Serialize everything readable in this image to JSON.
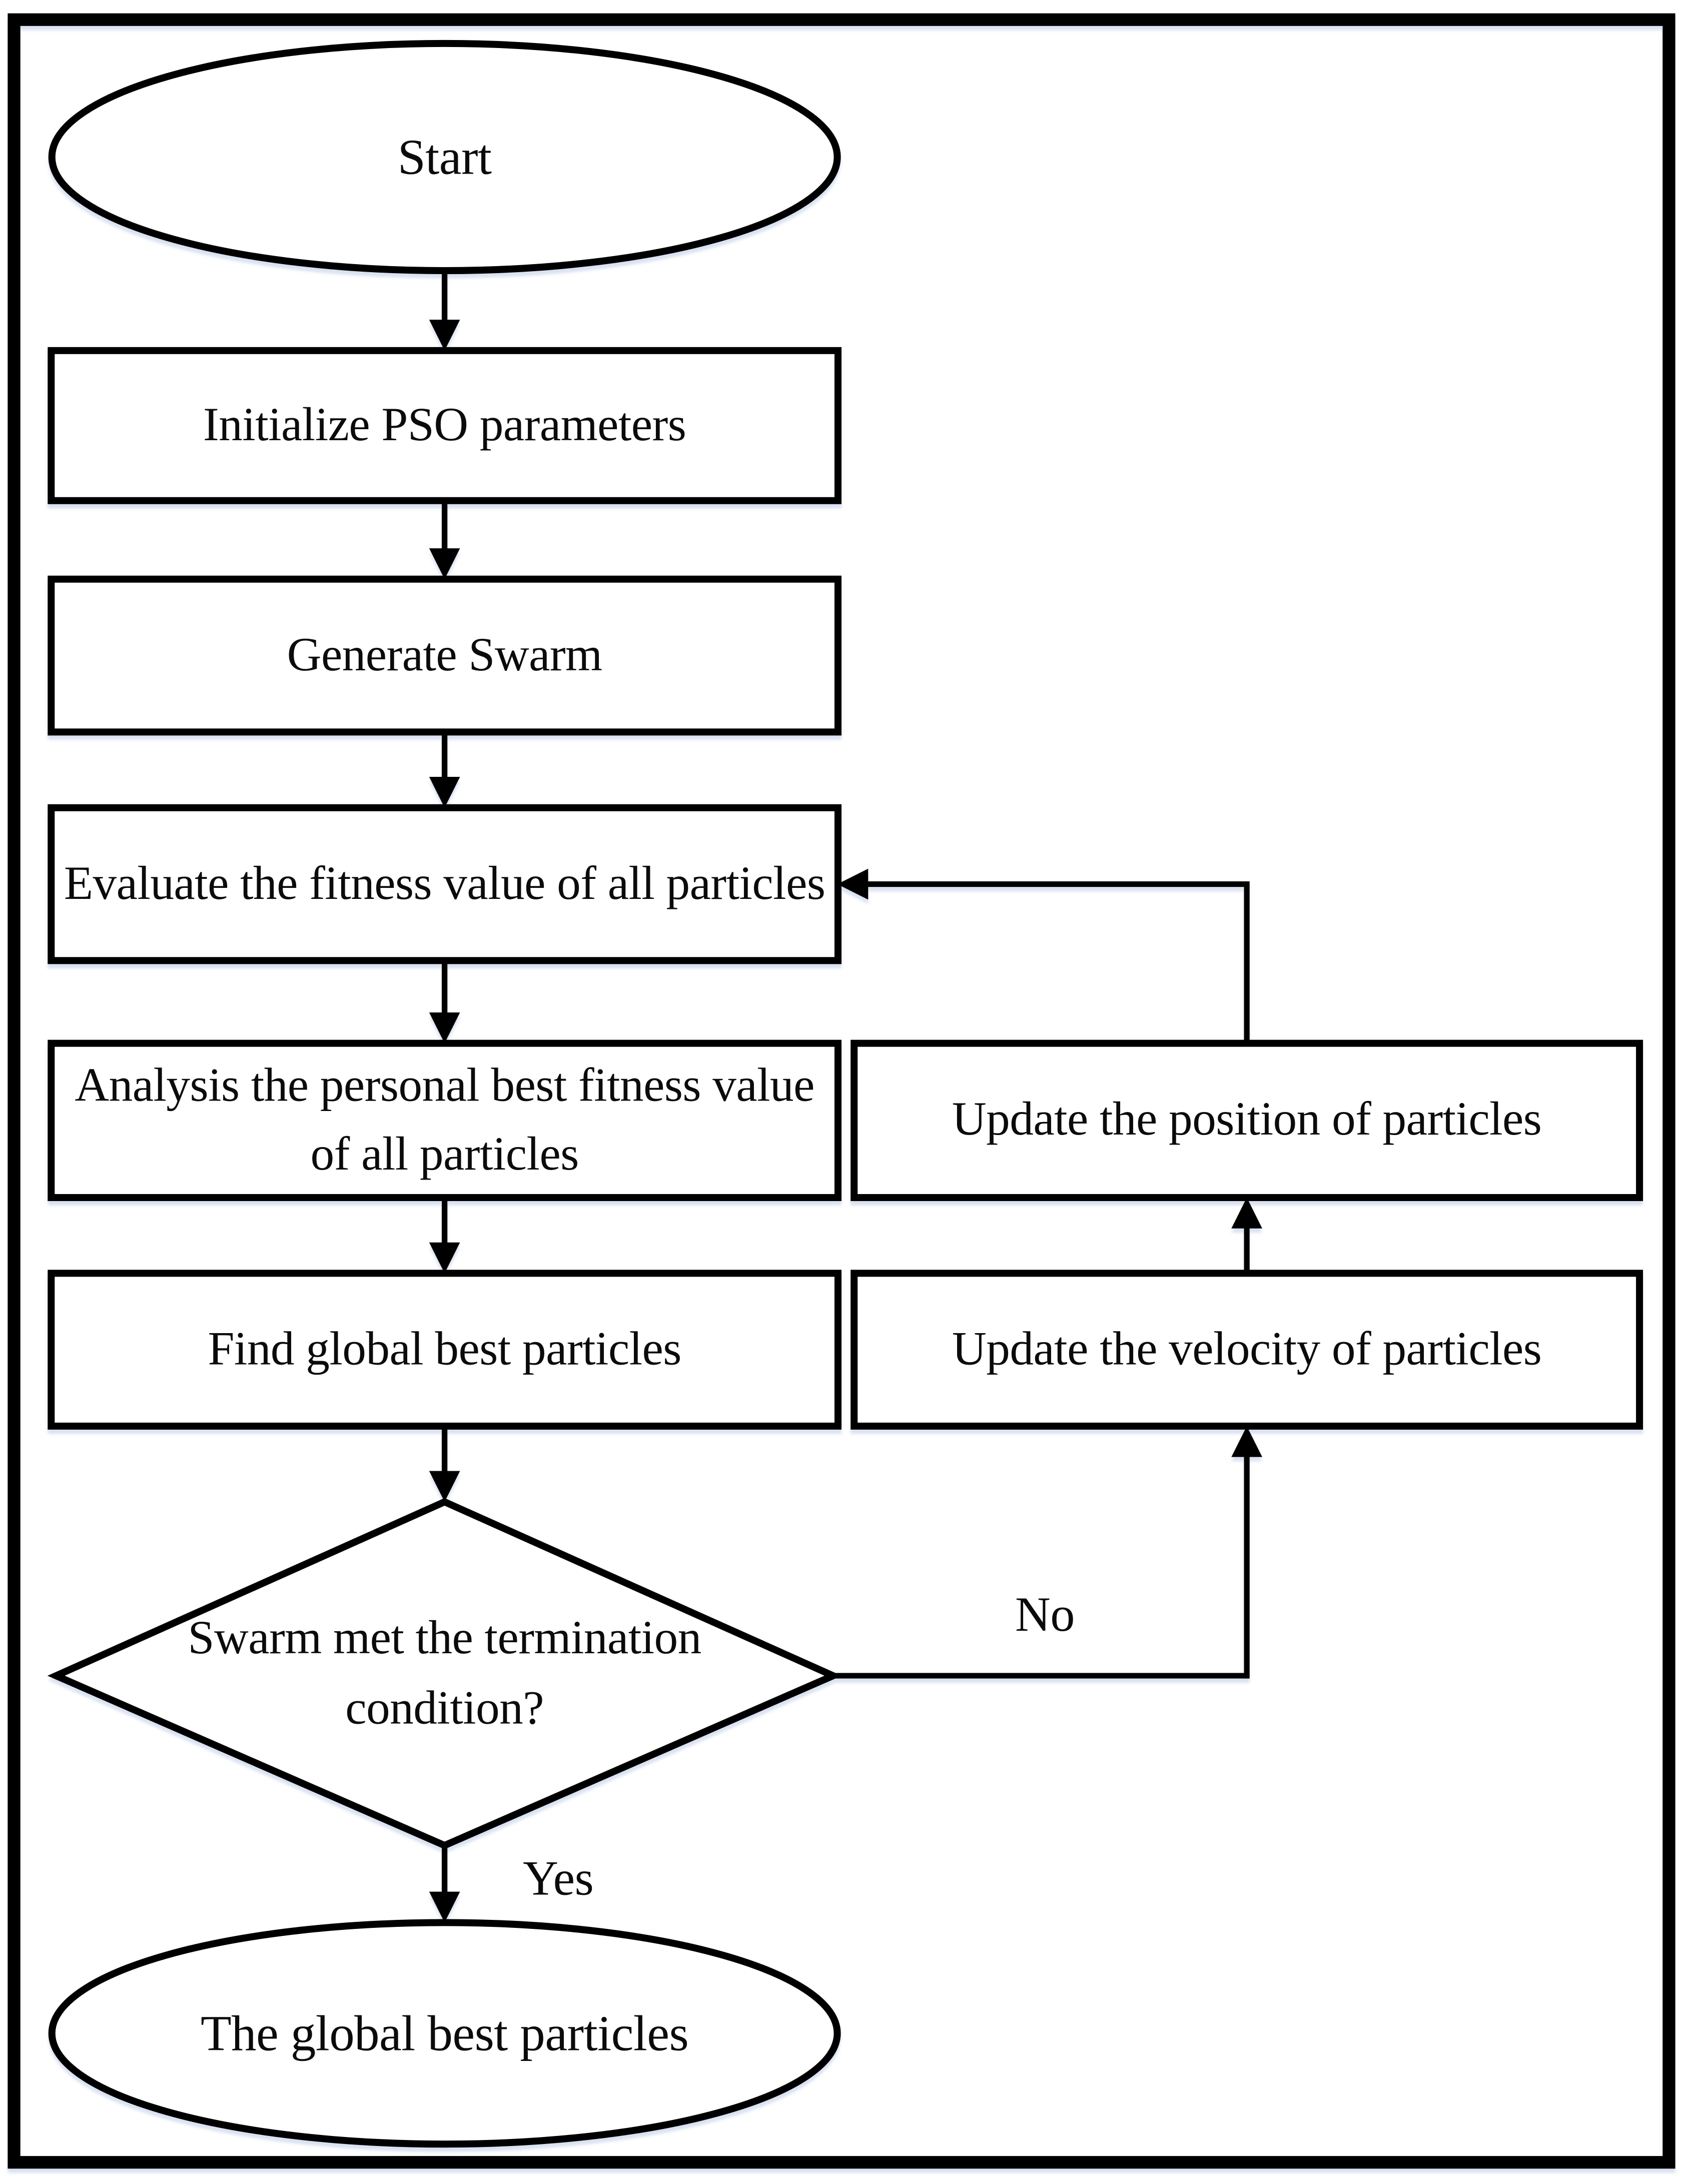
{
  "flowchart": {
    "nodes": [
      {
        "id": "start",
        "type": "terminator",
        "label": "Start"
      },
      {
        "id": "init",
        "type": "process",
        "label": "Initialize PSO parameters"
      },
      {
        "id": "generate",
        "type": "process",
        "label": "Generate Swarm"
      },
      {
        "id": "evaluate",
        "type": "process",
        "label": "Evaluate the fitness value of all particles"
      },
      {
        "id": "analysis",
        "type": "process",
        "label": "Analysis the personal best fitness value of all particles"
      },
      {
        "id": "find-global",
        "type": "process",
        "label": "Find global best particles"
      },
      {
        "id": "decision",
        "type": "decision",
        "label": "Swarm met the termination condition?"
      },
      {
        "id": "update-position",
        "type": "process",
        "label": "Update the position of particles"
      },
      {
        "id": "update-velocity",
        "type": "process",
        "label": "Update the velocity of particles"
      },
      {
        "id": "end",
        "type": "terminator",
        "label": "The global best particles"
      }
    ],
    "branch_labels": {
      "yes": "Yes",
      "no": "No"
    },
    "colors": {
      "stroke": "#000000",
      "fill": "#ffffff",
      "shadow_tint": "#b9c8e6"
    }
  }
}
